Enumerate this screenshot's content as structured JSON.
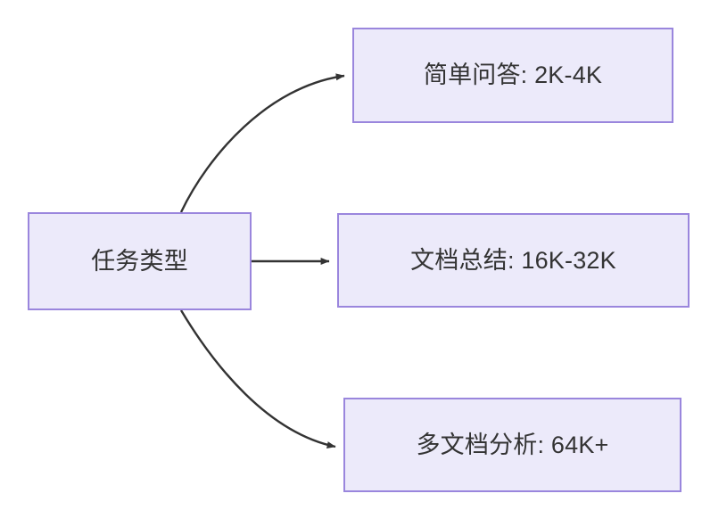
{
  "diagram": {
    "type": "flowchart",
    "direction": "left-to-right",
    "background_color": "#ffffff",
    "node_fill_color": "#eceafa",
    "node_border_color": "#9a86dd",
    "node_text_color": "#333333",
    "edge_color": "#333333",
    "nodes": [
      {
        "id": "root",
        "label": "任务类型",
        "role": "source"
      },
      {
        "id": "simple",
        "label": "简单问答: 2K-4K",
        "role": "target"
      },
      {
        "id": "doc",
        "label": "文档总结: 16K-32K",
        "role": "target"
      },
      {
        "id": "multi",
        "label": "多文档分析: 64K+",
        "role": "target"
      }
    ],
    "edges": [
      {
        "id": "edge-root-simple",
        "from": "root",
        "to": "simple",
        "style": "curved",
        "arrow": "end"
      },
      {
        "id": "edge-root-doc",
        "from": "root",
        "to": "doc",
        "style": "straight",
        "arrow": "end"
      },
      {
        "id": "edge-root-multi",
        "from": "root",
        "to": "multi",
        "style": "curved",
        "arrow": "end"
      }
    ]
  }
}
